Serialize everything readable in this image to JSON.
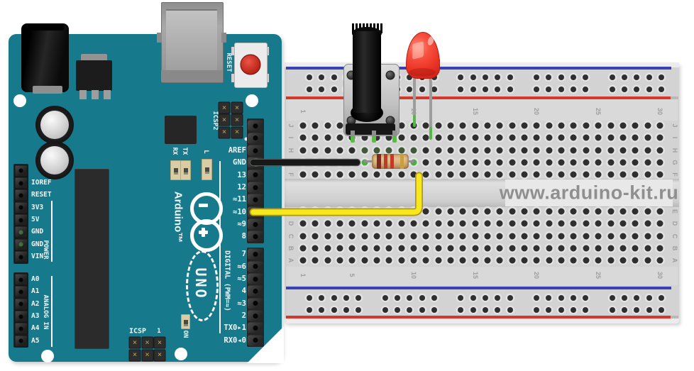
{
  "watermark": "www.arduino-kit.ru",
  "arduino": {
    "brand": "Arduino™",
    "model": "UNO",
    "reset_label": "RESET",
    "icsp2_label": "ICSP2",
    "icsp_label": "ICSP",
    "icsp_pin1": "1",
    "digital_caption": "DIGITAL (PWM=≈)",
    "power_caption": "POWER",
    "analog_caption": "ANALOG IN",
    "digital_top_pins": [
      "AREF",
      "GND",
      "13",
      "12",
      "≈11",
      "≈10",
      "≈9",
      "8"
    ],
    "digital_bottom_pins": [
      "7",
      "≈6",
      "≈5",
      "4",
      "≈3",
      "2",
      "TX0▸1",
      "RX0◂0"
    ],
    "power_pins": [
      "IOREF",
      "RESET",
      "3V3",
      "5V",
      "GND",
      "GND",
      "VIN"
    ],
    "analog_pins": [
      "A0",
      "A1",
      "A2",
      "A3",
      "A4",
      "A5"
    ],
    "led_rx": "RX",
    "led_tx": "TX",
    "led_l": "L",
    "led_on": "ON",
    "board_color": "#17798c"
  },
  "breadboard": {
    "row_letters_top": [
      "J",
      "I",
      "H",
      "G",
      "F"
    ],
    "row_letters_bottom": [
      "E",
      "D",
      "C",
      "B",
      "A"
    ],
    "column_numbers": [
      "1",
      "5",
      "10",
      "15",
      "20",
      "25",
      "30"
    ],
    "rail_blue_color": "#3a41b4",
    "rail_red_color": "#d2382c"
  },
  "circuit": {
    "components": [
      {
        "name": "potentiometer",
        "color": "#1a1a1a"
      },
      {
        "name": "led",
        "color": "#ee3a2a"
      },
      {
        "name": "resistor",
        "body_color": "#d9b483",
        "bands": [
          "#7e2a1e",
          "#c03a2a",
          "#c03a2a",
          "#c99f3f"
        ]
      }
    ],
    "wires": [
      {
        "name": "gnd-wire",
        "color": "#181818",
        "from": "GND",
        "to": "breadboard-G5"
      },
      {
        "name": "pwm-wire",
        "color": "#f7e71e",
        "from": "≈10",
        "to": "breadboard-F11"
      }
    ]
  }
}
